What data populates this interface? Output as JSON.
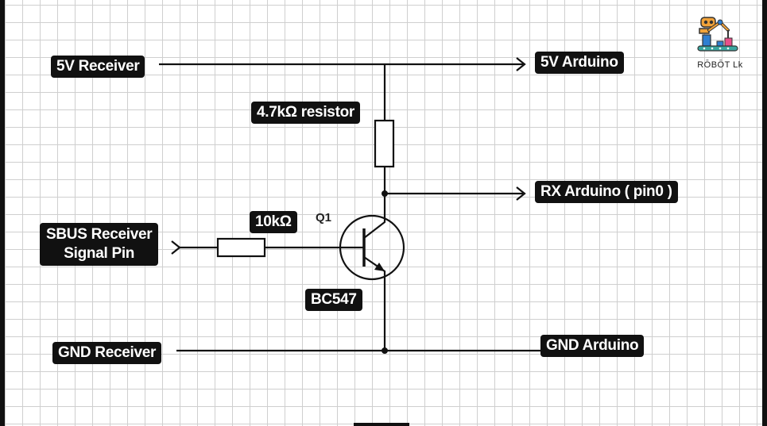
{
  "labels": {
    "v5_receiver": "5V Receiver",
    "v5_arduino": "5V Arduino",
    "resistor_pullup": "4.7kΩ resistor",
    "rx_arduino": "RX Arduino ( pin0 )",
    "resistor_base": "10kΩ",
    "transistor_ref": "Q1",
    "sbus_line1": "SBUS Receiver",
    "sbus_line2": "Signal Pin",
    "transistor_model": "BC547",
    "gnd_receiver": "GND Receiver",
    "gnd_arduino": "GND Arduino"
  },
  "logo": {
    "text": "RŌBŌT Lk",
    "colors": {
      "orange": "#f2a33a",
      "blue": "#2f7fd1",
      "teal": "#3aa6a0",
      "pink": "#e8508a",
      "dark": "#333333"
    }
  },
  "colors": {
    "wire": "#111111",
    "label_bg": "#111111",
    "label_text": "#ffffff",
    "grid": "#cfcfcf"
  }
}
